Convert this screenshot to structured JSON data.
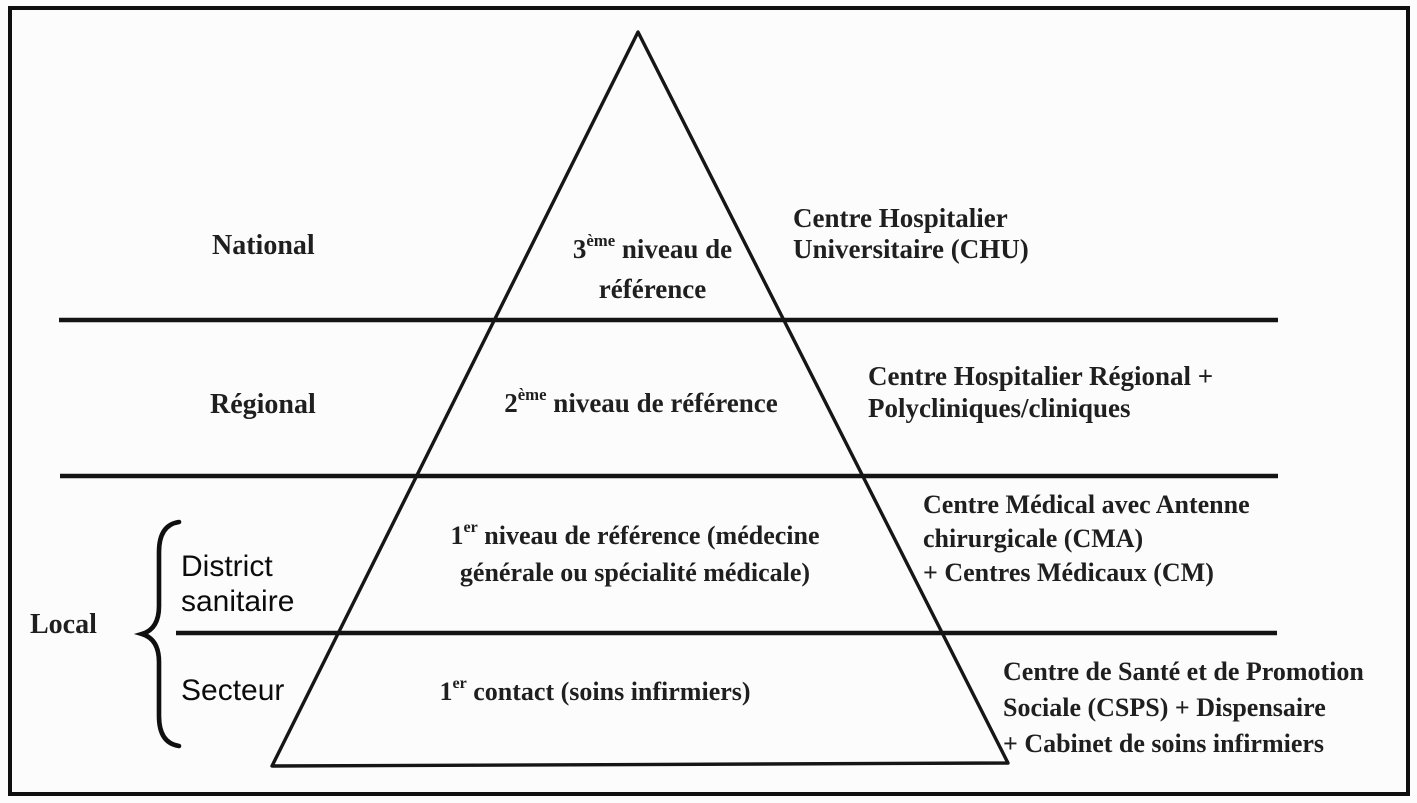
{
  "colors": {
    "ink": "#1f1f1f",
    "line": "#141414",
    "paper": "#fcfcfc"
  },
  "admin_levels": {
    "national": "National",
    "regional": "Régional",
    "local": "Local",
    "district": {
      "line1": "District",
      "line2": "sanitaire"
    },
    "secteur": "Secteur"
  },
  "pyramid_levels": {
    "tertiary": {
      "num": "3",
      "ordinal": "ème",
      "rest": " niveau de",
      "line2": "référence"
    },
    "secondary": {
      "num": "2",
      "ordinal": "ème",
      "rest": " niveau de référence"
    },
    "primary_ref": {
      "num": "1",
      "ordinal": "er",
      "rest": " niveau de référence (médecine",
      "line2": "générale ou spécialité médicale)"
    },
    "first_contact": {
      "num": "1",
      "ordinal": "er",
      "rest": " contact (soins infirmiers)"
    }
  },
  "facilities": {
    "national": {
      "line1": "Centre Hospitalier",
      "line2": "Universitaire (CHU)"
    },
    "regional": {
      "line1": "Centre Hospitalier Régional +",
      "line2": "Polycliniques/cliniques"
    },
    "district": {
      "line1": "Centre Médical avec Antenne",
      "line2": "chirurgicale (CMA)",
      "line3": "+ Centres Médicaux (CM)"
    },
    "secteur": {
      "line1": "Centre de Santé et de Promotion",
      "line2": "Sociale (CSPS) + Dispensaire",
      "line3": "+ Cabinet de soins infirmiers"
    }
  }
}
